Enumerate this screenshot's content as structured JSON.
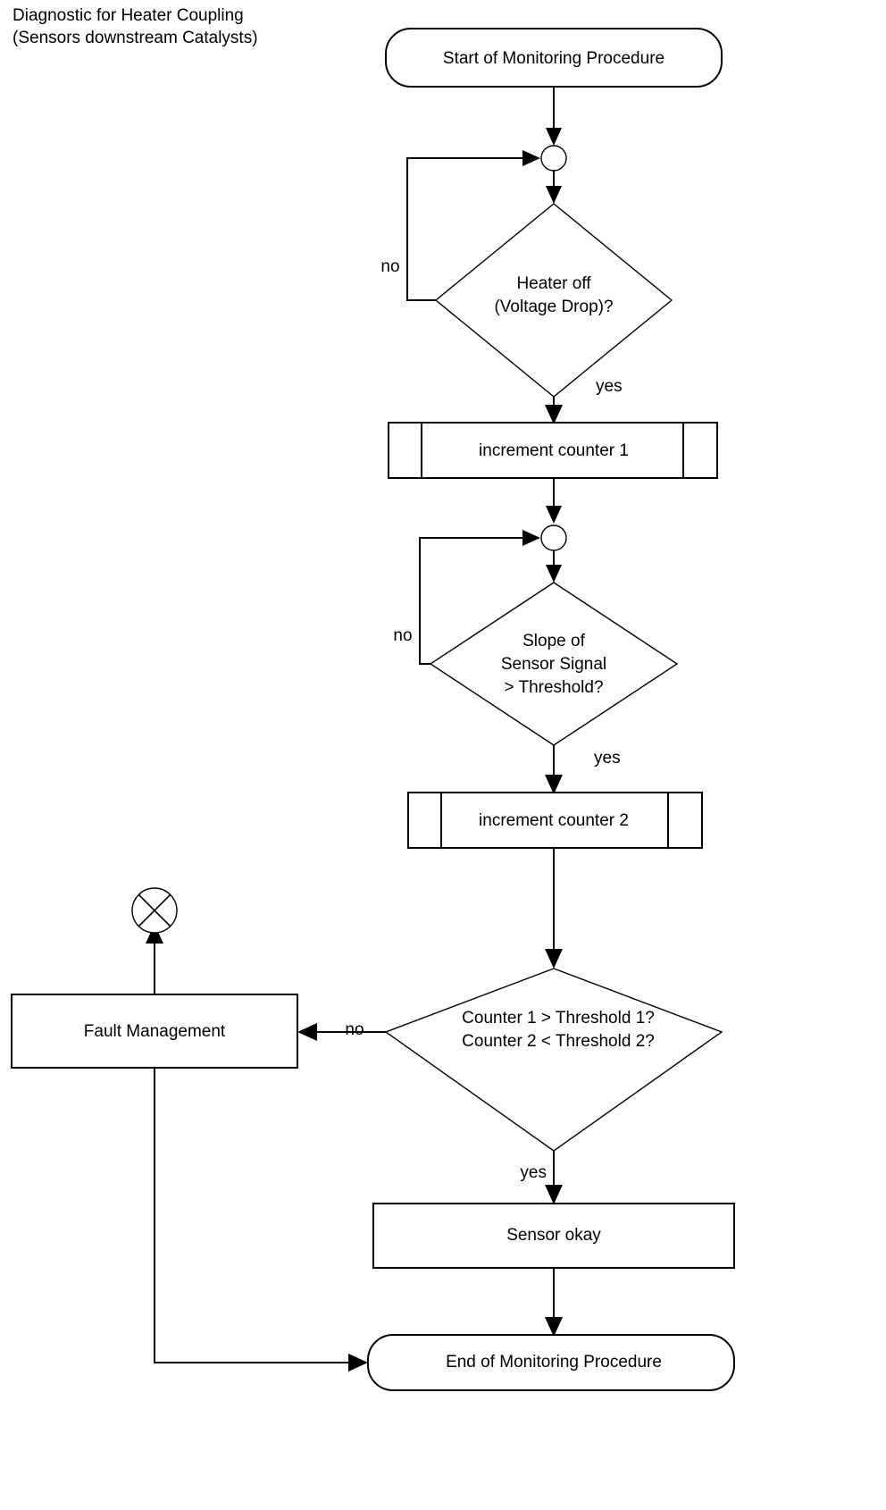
{
  "title": {
    "line1": "Diagnostic for Heater Coupling",
    "line2": "(Sensors downstream Catalysts)"
  },
  "nodes": {
    "start": {
      "label": "Start of Monitoring Procedure",
      "shape": "rounded-terminator"
    },
    "merge1": {
      "label": "",
      "shape": "merge-circle"
    },
    "decision_heater": {
      "line1": "Heater off",
      "line2": "(Voltage Drop)?",
      "shape": "diamond"
    },
    "increment1": {
      "label": "increment counter 1",
      "shape": "predefined-process"
    },
    "merge2": {
      "label": "",
      "shape": "merge-circle"
    },
    "decision_slope": {
      "line1": "Slope of",
      "line2": "Sensor Signal",
      "line3": "> Threshold?",
      "shape": "diamond"
    },
    "increment2": {
      "label": "increment counter 2",
      "shape": "predefined-process"
    },
    "decision_counter": {
      "line1": "Counter 1 > Threshold 1?",
      "line2": "Counter 2 < Threshold 2?",
      "shape": "diamond"
    },
    "fault": {
      "label": "Fault Management",
      "shape": "process"
    },
    "abort": {
      "label": "",
      "shape": "crossed-circle-terminator"
    },
    "sensor_ok": {
      "label": "Sensor okay",
      "shape": "process"
    },
    "end": {
      "label": "End of Monitoring Procedure",
      "shape": "rounded-terminator"
    }
  },
  "edge_labels": {
    "heater_no": "no",
    "heater_yes": "yes",
    "slope_no": "no",
    "slope_yes": "yes",
    "counter_no": "no",
    "counter_yes": "yes"
  },
  "colors": {
    "stroke": "#000000",
    "fill": "#ffffff",
    "text": "#000000",
    "background": "#ffffff"
  }
}
